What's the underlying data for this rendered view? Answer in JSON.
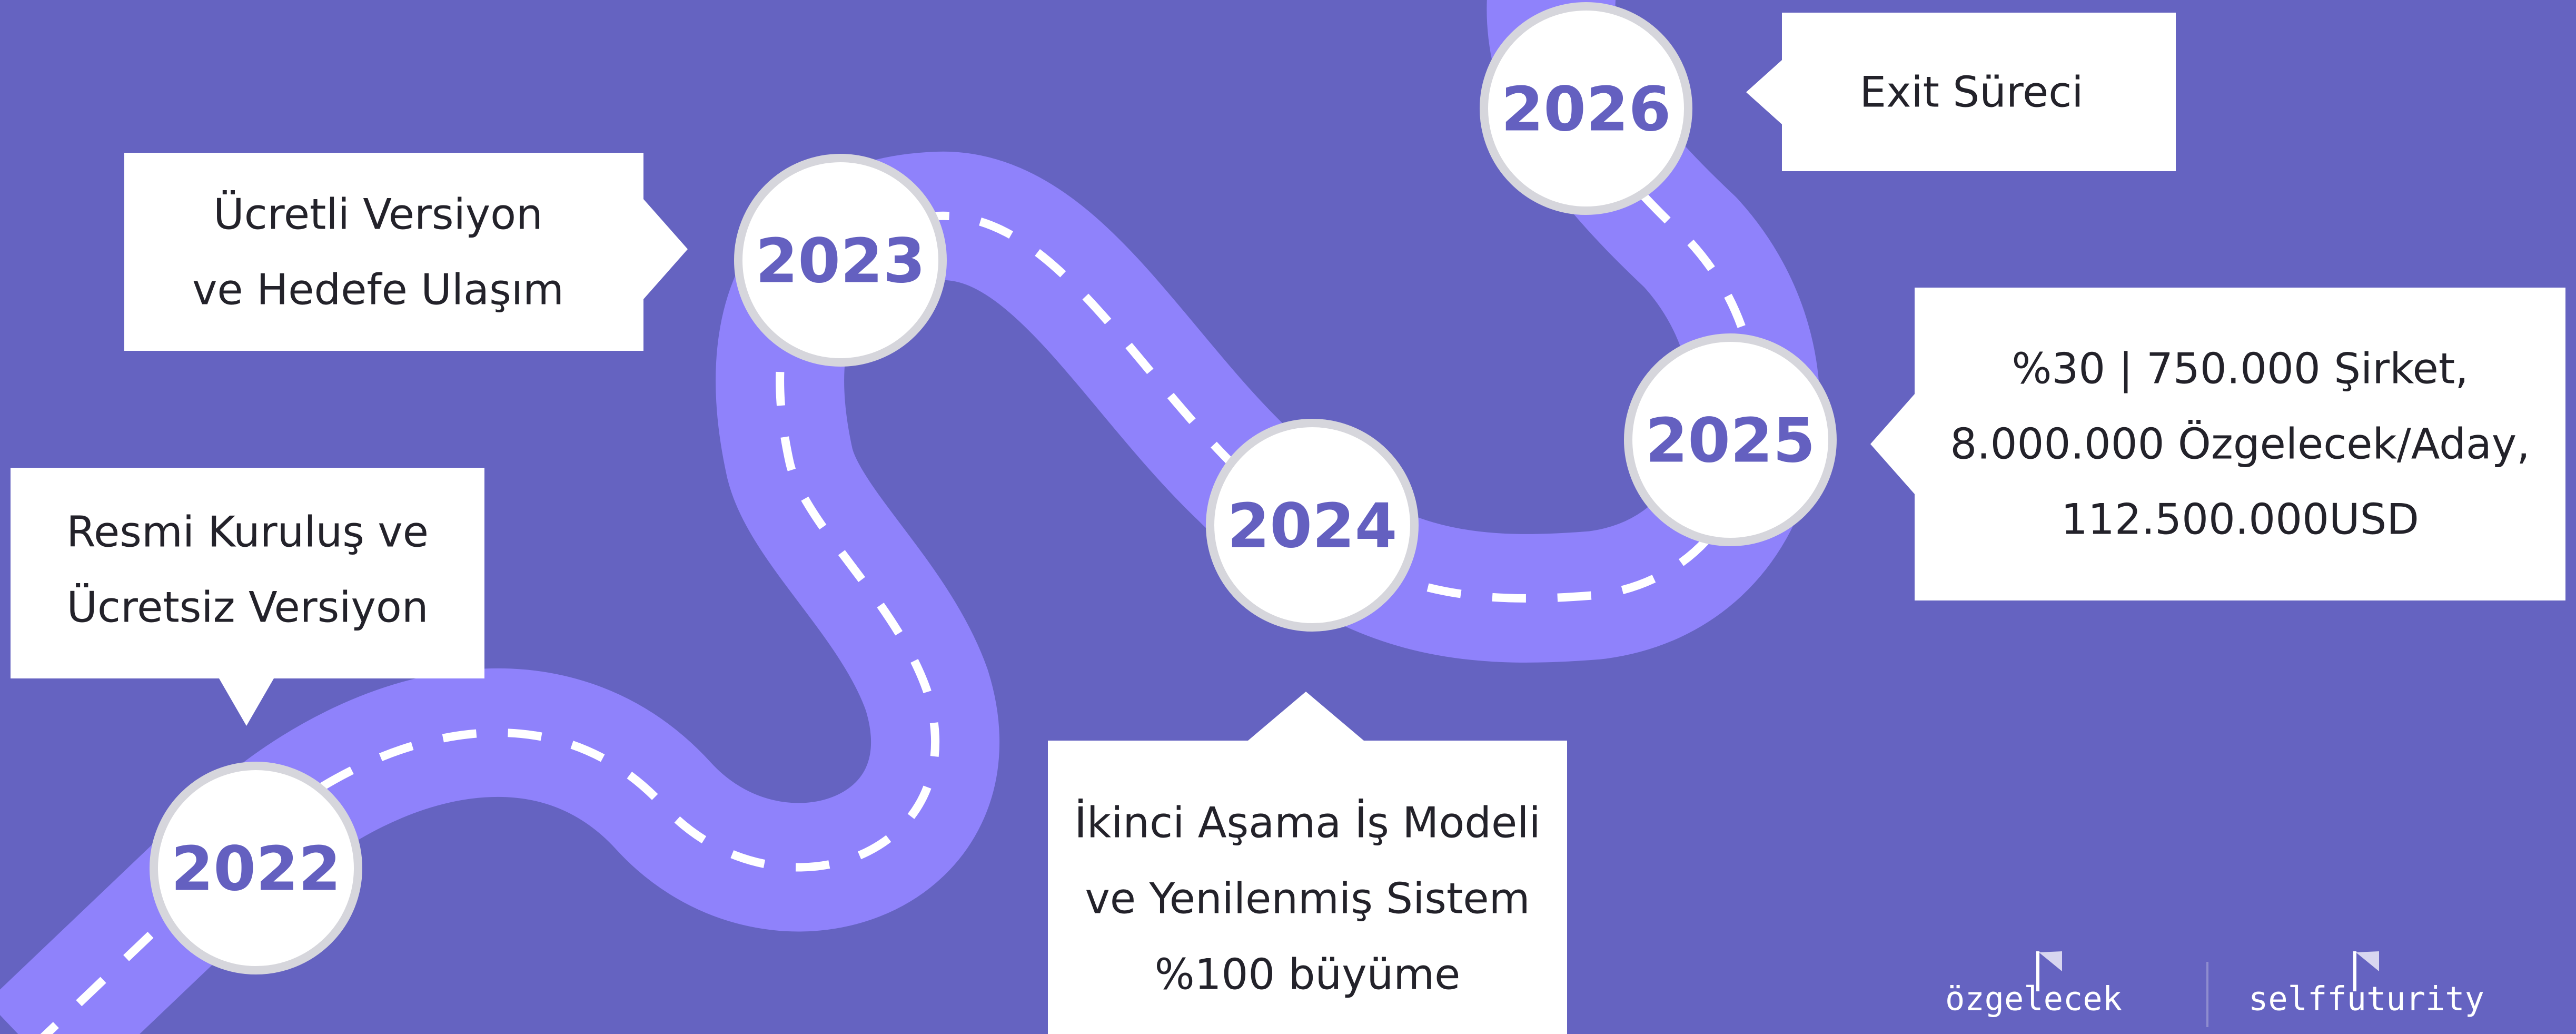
{
  "milestones": [
    {
      "year": "2022",
      "lines": [
        "Resmi Kuruluş ve",
        "Ücretsiz Versiyon"
      ]
    },
    {
      "year": "2023",
      "lines": [
        "Ücretli Versiyon",
        "ve Hedefe Ulaşım"
      ]
    },
    {
      "year": "2024",
      "lines": [
        "İkinci Aşama İş Modeli",
        "ve Yenilenmiş Sistem",
        "%100 büyüme"
      ]
    },
    {
      "year": "2025",
      "lines": [
        "%30 | 750.000 Şirket,",
        "8.000.000 Özgelecek/Aday,",
        "112.500.000USD"
      ]
    },
    {
      "year": "2026",
      "lines": [
        "Exit Süreci"
      ]
    }
  ],
  "logos": {
    "left": "özgelecek",
    "right": "selffuturity"
  },
  "colors": {
    "background": "#6563c1",
    "road": "#8f82fb",
    "year_text": "#6460c0",
    "box": "#ffffff"
  }
}
